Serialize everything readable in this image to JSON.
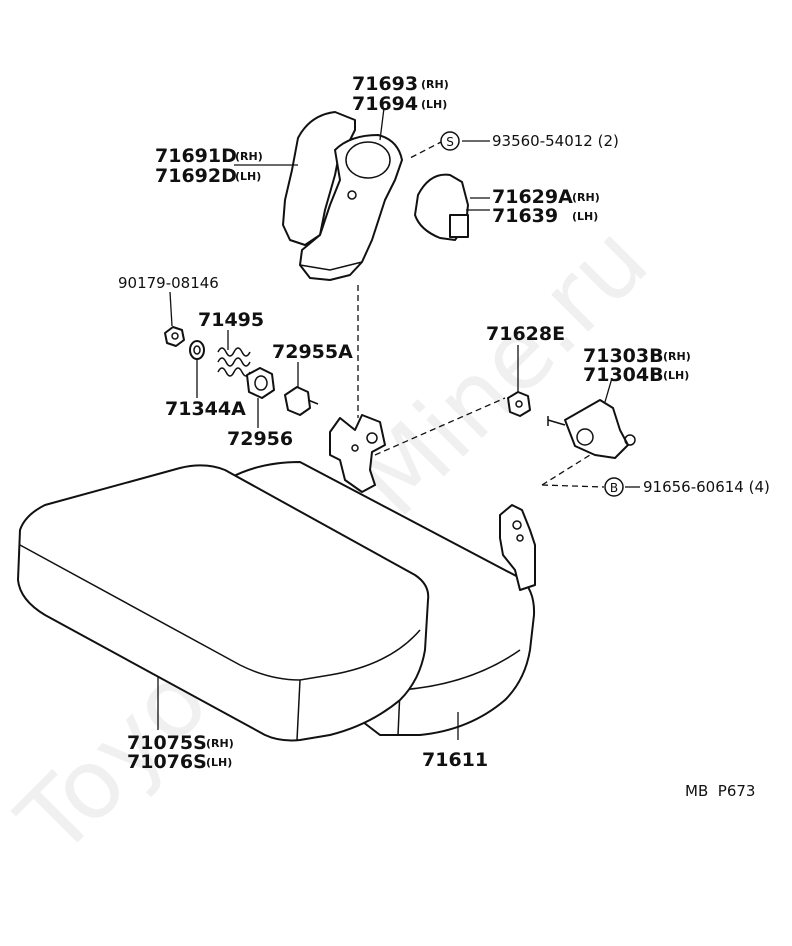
{
  "watermark": "ToyotaCarMine.ru",
  "ref_code": "MB  P673",
  "labels": {
    "p71693": "71693",
    "p71693_side": "(RH)",
    "p71694": "71694",
    "p71694_side": "(LH)",
    "p71691D": "71691D",
    "p71691D_side": "(RH)",
    "p71692D": "71692D",
    "p71692D_side": "(LH)",
    "p93560": "93560-54012 (2)",
    "badge_s": "S",
    "p71629A": "71629A",
    "p71629A_side": "(RH)",
    "p71639": "71639",
    "p71639_side": "(LH)",
    "p90179": "90179-08146",
    "p71495": "71495",
    "p72955A": "72955A",
    "p71344A": "71344A",
    "p72956": "72956",
    "p71628E": "71628E",
    "p71303B": "71303B",
    "p71303B_side": "(RH)",
    "p71304B": "71304B",
    "p71304B_side": "(LH)",
    "p91656": "91656-60614 (4)",
    "badge_b": "B",
    "p71075S": "71075S",
    "p71075S_side": "(RH)",
    "p71076S": "71076S",
    "p71076S_side": "(LH)",
    "p71611": "71611"
  }
}
